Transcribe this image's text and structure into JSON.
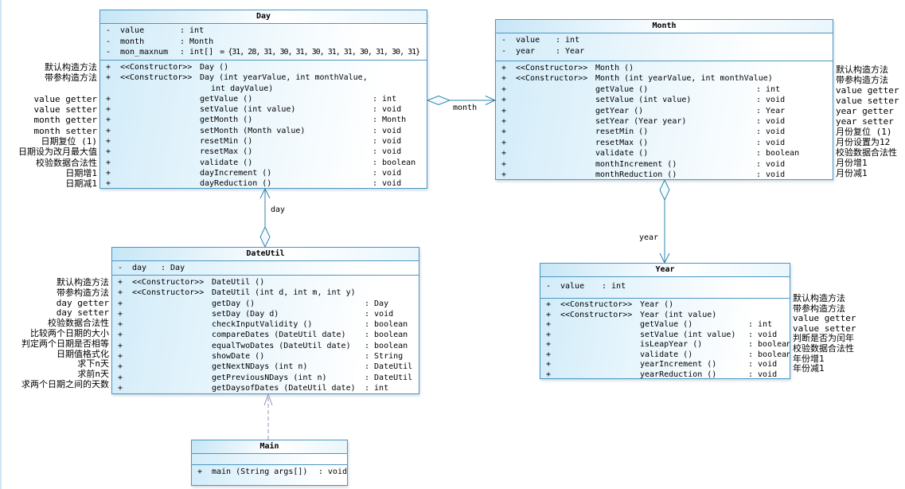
{
  "diagram": {
    "colors": {
      "box_border": "#4a97c2",
      "aggregation_edge": "#2f84ab",
      "dependency_edge": "#9a8fb5"
    },
    "classes": [
      {
        "id": "day",
        "title": "Day",
        "attributes": [
          {
            "vis": "-",
            "name": "value",
            "type": ": int",
            "extra": ""
          },
          {
            "vis": "-",
            "name": "month",
            "type": ": Month",
            "extra": ""
          },
          {
            "vis": "-",
            "name": "mon_maxnum",
            "type": ": int[]",
            "extra": "= {31, 28, 31, 30, 31, 30, 31, 31, 30, 31, 30, 31}"
          }
        ],
        "methods": [
          {
            "vis": "+",
            "prefix": "<<Constructor>>",
            "sig": "Day ()",
            "type": "",
            "cont": false
          },
          {
            "vis": "+",
            "prefix": "<<Constructor>>",
            "sig": "Day (int yearValue, int monthValue,",
            "type": "",
            "cont": false
          },
          {
            "vis": "",
            "prefix": "",
            "sig": "int dayValue)",
            "type": "",
            "cont": true
          },
          {
            "vis": "+",
            "prefix": "",
            "sig": "getValue ()",
            "type": ": int",
            "cont": false
          },
          {
            "vis": "+",
            "prefix": "",
            "sig": "setValue (int value)",
            "type": ": void",
            "cont": false
          },
          {
            "vis": "+",
            "prefix": "",
            "sig": "getMonth ()",
            "type": ": Month",
            "cont": false
          },
          {
            "vis": "+",
            "prefix": "",
            "sig": "setMonth (Month value)",
            "type": ": void",
            "cont": false
          },
          {
            "vis": "+",
            "prefix": "",
            "sig": "resetMin ()",
            "type": ": void",
            "cont": false
          },
          {
            "vis": "+",
            "prefix": "",
            "sig": "resetMax ()",
            "type": ": void",
            "cont": false
          },
          {
            "vis": "+",
            "prefix": "",
            "sig": "validate ()",
            "type": ": boolean",
            "cont": false
          },
          {
            "vis": "+",
            "prefix": "",
            "sig": "dayIncrement ()",
            "type": ": void",
            "cont": false
          },
          {
            "vis": "+",
            "prefix": "",
            "sig": "dayReduction ()",
            "type": ": void",
            "cont": false
          }
        ]
      },
      {
        "id": "month",
        "title": "Month",
        "attributes": [
          {
            "vis": "-",
            "name": "value",
            "type": ": int",
            "extra": ""
          },
          {
            "vis": "-",
            "name": "year",
            "type": ": Year",
            "extra": ""
          }
        ],
        "methods": [
          {
            "vis": "+",
            "prefix": "<<Constructor>>",
            "sig": "Month ()",
            "type": "",
            "cont": false
          },
          {
            "vis": "+",
            "prefix": "<<Constructor>>",
            "sig": "Month (int yearValue, int monthValue)",
            "type": "",
            "cont": false
          },
          {
            "vis": "+",
            "prefix": "",
            "sig": "getValue ()",
            "type": ": int",
            "cont": false
          },
          {
            "vis": "+",
            "prefix": "",
            "sig": "setValue (int value)",
            "type": ": void",
            "cont": false
          },
          {
            "vis": "+",
            "prefix": "",
            "sig": "getYear ()",
            "type": ": Year",
            "cont": false
          },
          {
            "vis": "+",
            "prefix": "",
            "sig": "setYear (Year year)",
            "type": ": void",
            "cont": false
          },
          {
            "vis": "+",
            "prefix": "",
            "sig": "resetMin ()",
            "type": ": void",
            "cont": false
          },
          {
            "vis": "+",
            "prefix": "",
            "sig": "resetMax ()",
            "type": ": void",
            "cont": false
          },
          {
            "vis": "+",
            "prefix": "",
            "sig": "validate ()",
            "type": ": boolean",
            "cont": false
          },
          {
            "vis": "+",
            "prefix": "",
            "sig": "monthIncrement ()",
            "type": ": void",
            "cont": false
          },
          {
            "vis": "+",
            "prefix": "",
            "sig": "monthReduction ()",
            "type": ": void",
            "cont": false
          }
        ]
      },
      {
        "id": "dateutil",
        "title": "DateUtil",
        "attributes": [
          {
            "vis": "-",
            "name": "day",
            "type": ": Day",
            "extra": ""
          }
        ],
        "methods": [
          {
            "vis": "+",
            "prefix": "<<Constructor>>",
            "sig": "DateUtil ()",
            "type": "",
            "cont": false
          },
          {
            "vis": "+",
            "prefix": "<<Constructor>>",
            "sig": "DateUtil (int d, int m, int y)",
            "type": "",
            "cont": false
          },
          {
            "vis": "+",
            "prefix": "",
            "sig": "getDay ()",
            "type": ": Day",
            "cont": false
          },
          {
            "vis": "+",
            "prefix": "",
            "sig": "setDay (Day d)",
            "type": ": void",
            "cont": false
          },
          {
            "vis": "+",
            "prefix": "",
            "sig": "checkInputValidity ()",
            "type": ": boolean",
            "cont": false
          },
          {
            "vis": "+",
            "prefix": "",
            "sig": "compareDates (DateUtil date)",
            "type": ": boolean",
            "cont": false
          },
          {
            "vis": "+",
            "prefix": "",
            "sig": "equalTwoDates (DateUtil date)",
            "type": ": boolean",
            "cont": false
          },
          {
            "vis": "+",
            "prefix": "",
            "sig": "showDate ()",
            "type": ": String",
            "cont": false
          },
          {
            "vis": "+",
            "prefix": "",
            "sig": "getNextNDays (int n)",
            "type": ": DateUtil",
            "cont": false
          },
          {
            "vis": "+",
            "prefix": "",
            "sig": "getPreviousNDays (int n)",
            "type": ": DateUtil",
            "cont": false
          },
          {
            "vis": "+",
            "prefix": "",
            "sig": "getDaysofDates (DateUtil date)",
            "type": ": int",
            "cont": false
          }
        ]
      },
      {
        "id": "year",
        "title": "Year",
        "attributes": [
          {
            "vis": "-",
            "name": "value",
            "type": ": int",
            "extra": ""
          }
        ],
        "methods": [
          {
            "vis": "+",
            "prefix": "<<Constructor>>",
            "sig": "Year ()",
            "type": "",
            "cont": false
          },
          {
            "vis": "+",
            "prefix": "<<Constructor>>",
            "sig": "Year (int value)",
            "type": "",
            "cont": false
          },
          {
            "vis": "+",
            "prefix": "",
            "sig": "getValue ()",
            "type": ": int",
            "cont": false
          },
          {
            "vis": "+",
            "prefix": "",
            "sig": "setValue (int value)",
            "type": ": void",
            "cont": false
          },
          {
            "vis": "+",
            "prefix": "",
            "sig": "isLeapYear ()",
            "type": ": boolean",
            "cont": false
          },
          {
            "vis": "+",
            "prefix": "",
            "sig": "validate ()",
            "type": ": boolean",
            "cont": false
          },
          {
            "vis": "+",
            "prefix": "",
            "sig": "yearIncrement ()",
            "type": ": void",
            "cont": false
          },
          {
            "vis": "+",
            "prefix": "",
            "sig": "yearReduction ()",
            "type": ": void",
            "cont": false
          }
        ]
      },
      {
        "id": "main",
        "title": "Main",
        "attributes": [],
        "methods": [
          {
            "vis": "+",
            "prefix": "",
            "sig": "main (String args[])",
            "type": ": void",
            "cont": false
          }
        ]
      }
    ],
    "annotations": [
      {
        "id": "day",
        "lines": [
          "默认构造方法",
          "带参构造方法",
          "",
          "value getter",
          "value setter",
          "month getter",
          "month setter",
          "日期复位 (1)",
          "日期设为改月最大值",
          "校验数据合法性",
          "日期增1",
          "日期减1"
        ]
      },
      {
        "id": "month",
        "lines": [
          "默认构造方法",
          "带参构造方法",
          "value getter",
          "value setter",
          "year getter",
          "year setter",
          "月份复位 (1)",
          "月份设置为12",
          "校验数据合法性",
          "月份增1",
          "月份减1"
        ]
      },
      {
        "id": "dateutil",
        "lines": [
          "默认构造方法",
          "带参构造方法",
          "day getter",
          "day setter",
          "校验数据合法性",
          "比较两个日期的大小",
          "判定两个日期是否相等",
          "日期值格式化",
          "求下n天",
          "求前n天",
          "求两个日期之间的天数"
        ]
      },
      {
        "id": "year",
        "lines": [
          "默认构造方法",
          "带参构造方法",
          "value getter",
          "value setter",
          "判断是否为闰年",
          "校验数据合法性",
          "年份增1",
          "年份减1"
        ]
      }
    ],
    "edge_labels": {
      "month": "month",
      "day": "day",
      "year": "year"
    }
  }
}
